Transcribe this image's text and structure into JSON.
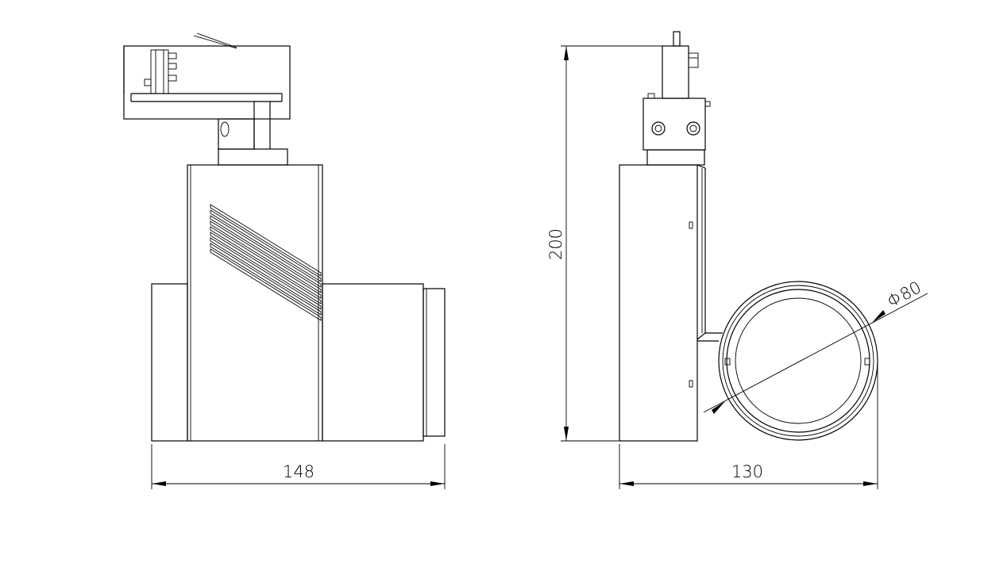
{
  "dimensions": {
    "width_front": "148",
    "height": "200",
    "width_side": "130",
    "lens_diameter": "Φ80"
  }
}
